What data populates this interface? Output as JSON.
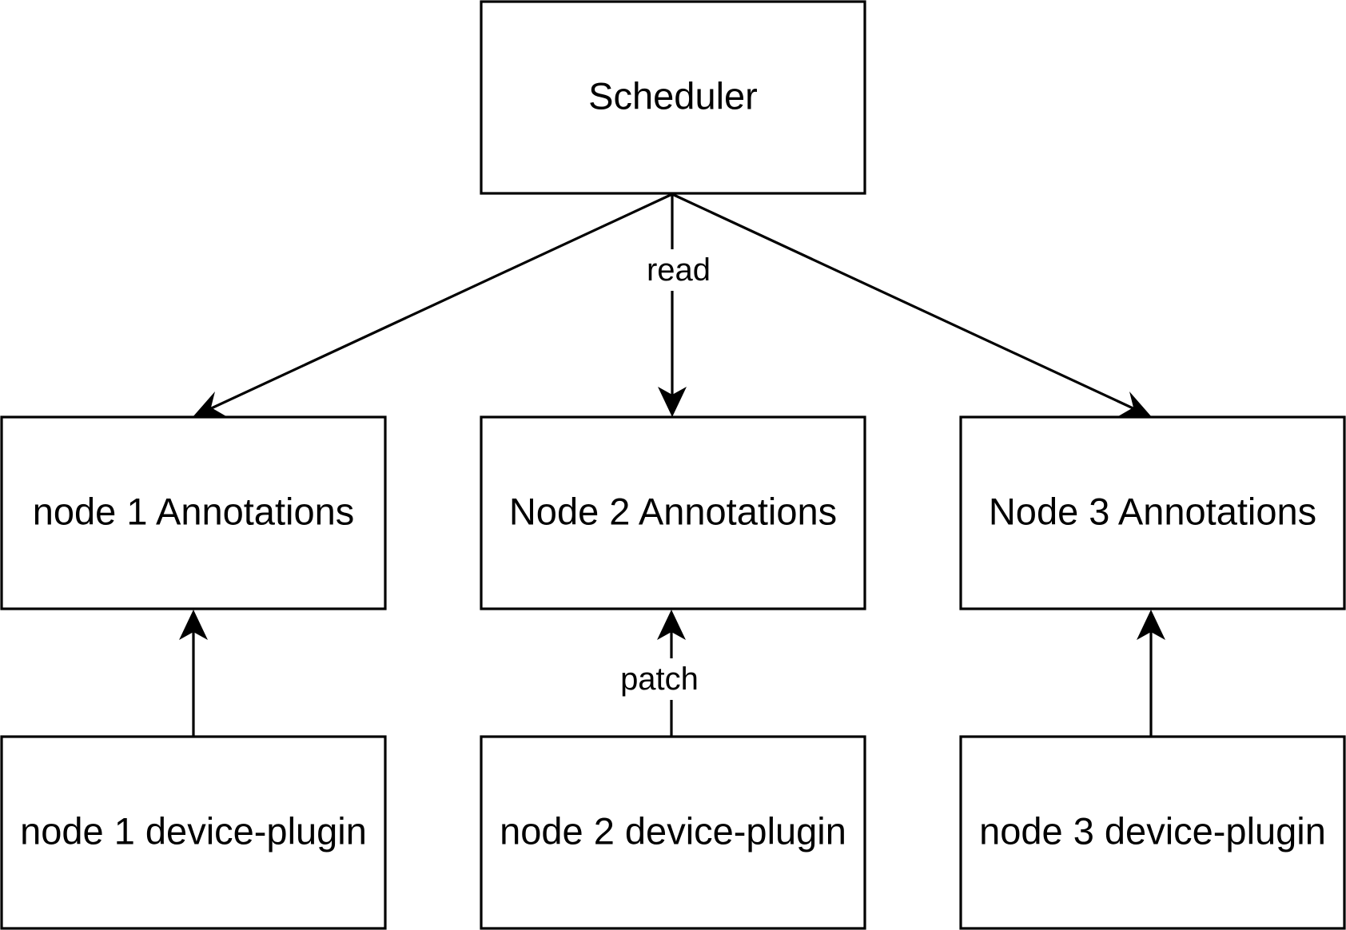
{
  "nodes": {
    "scheduler": {
      "label": "Scheduler"
    },
    "node1_annotations": {
      "label": "node 1 Annotations"
    },
    "node2_annotations": {
      "label": "Node 2 Annotations"
    },
    "node3_annotations": {
      "label": "Node 3 Annotations"
    },
    "node1_plugin": {
      "label": "node 1 device-plugin"
    },
    "node2_plugin": {
      "label": "node 2 device-plugin"
    },
    "node3_plugin": {
      "label": "node 3 device-plugin"
    }
  },
  "edges": {
    "scheduler_to_node1": {
      "label": ""
    },
    "scheduler_to_node2": {
      "label": "read"
    },
    "scheduler_to_node3": {
      "label": ""
    },
    "plugin1_to_node1": {
      "label": ""
    },
    "plugin2_to_node2": {
      "label": "patch"
    },
    "plugin3_to_node3": {
      "label": ""
    }
  },
  "colors": {
    "stroke": "#000000",
    "fill": "#ffffff",
    "text": "#000000"
  }
}
